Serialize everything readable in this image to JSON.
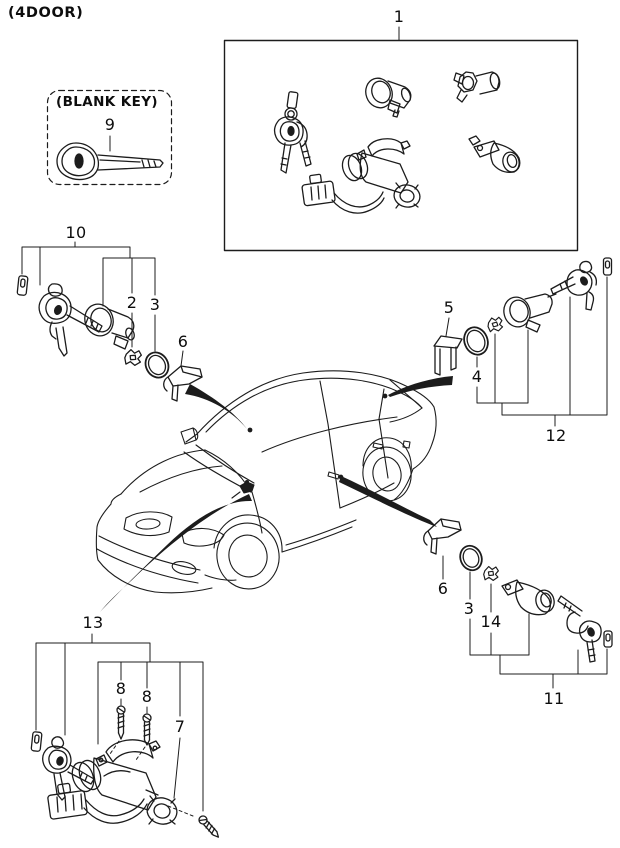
{
  "diagram": {
    "variant": "(4DOOR)",
    "blank_key": {
      "title": "(BLANK KEY)",
      "number": "9"
    },
    "callouts": {
      "n1": "1",
      "n2": "2",
      "n3_left": "3",
      "n3_right": "3",
      "n4": "4",
      "n5": "5",
      "n6_top": "6",
      "n6_bottom": "6",
      "n7": "7",
      "n8_left": "8",
      "n8_right": "8",
      "n9": "9",
      "n10": "10",
      "n11": "11",
      "n12": "12",
      "n13": "13",
      "n14": "14"
    },
    "colors": {
      "line": "#1c1c1c",
      "background": "#ffffff"
    }
  }
}
